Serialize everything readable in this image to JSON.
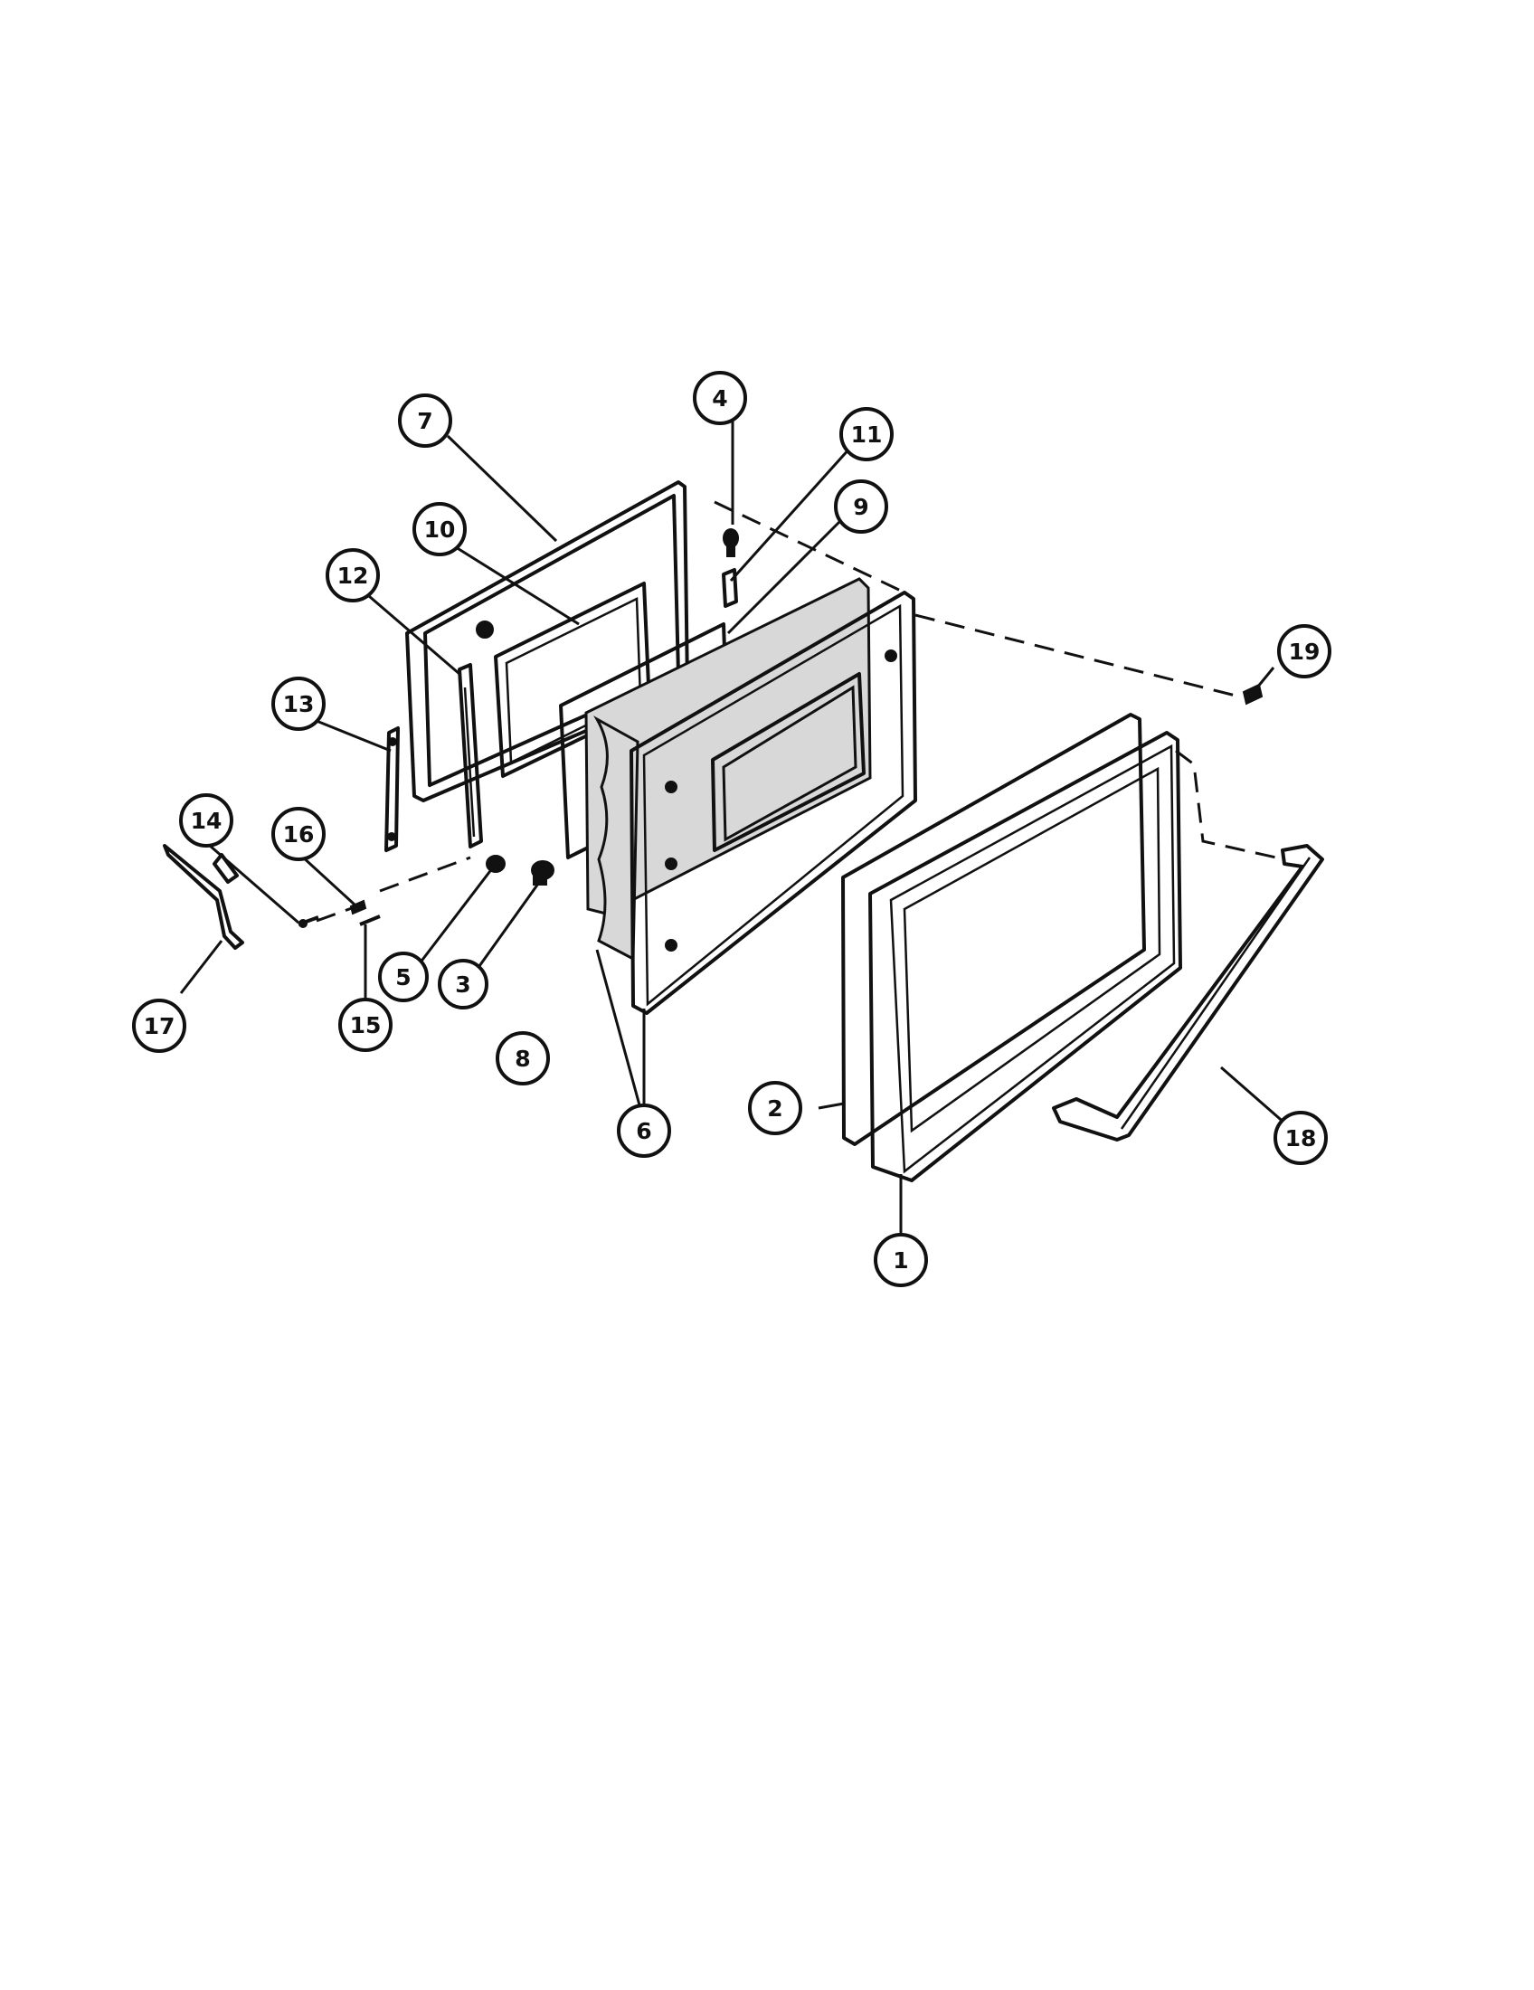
{
  "diagram": {
    "callouts": [
      {
        "id": "1",
        "label": "1"
      },
      {
        "id": "2",
        "label": "2"
      },
      {
        "id": "3",
        "label": "3"
      },
      {
        "id": "4",
        "label": "4"
      },
      {
        "id": "5",
        "label": "5"
      },
      {
        "id": "6",
        "label": "6"
      },
      {
        "id": "7",
        "label": "7"
      },
      {
        "id": "8",
        "label": "8"
      },
      {
        "id": "9",
        "label": "9"
      },
      {
        "id": "10",
        "label": "10"
      },
      {
        "id": "11",
        "label": "11"
      },
      {
        "id": "12",
        "label": "12"
      },
      {
        "id": "13",
        "label": "13"
      },
      {
        "id": "14",
        "label": "14"
      },
      {
        "id": "15",
        "label": "15"
      },
      {
        "id": "16",
        "label": "16"
      },
      {
        "id": "17",
        "label": "17"
      },
      {
        "id": "18",
        "label": "18"
      },
      {
        "id": "19",
        "label": "19"
      }
    ],
    "colors": {
      "ink": "#111111",
      "paper": "#ffffff",
      "fill": "#d8d8d8"
    }
  }
}
